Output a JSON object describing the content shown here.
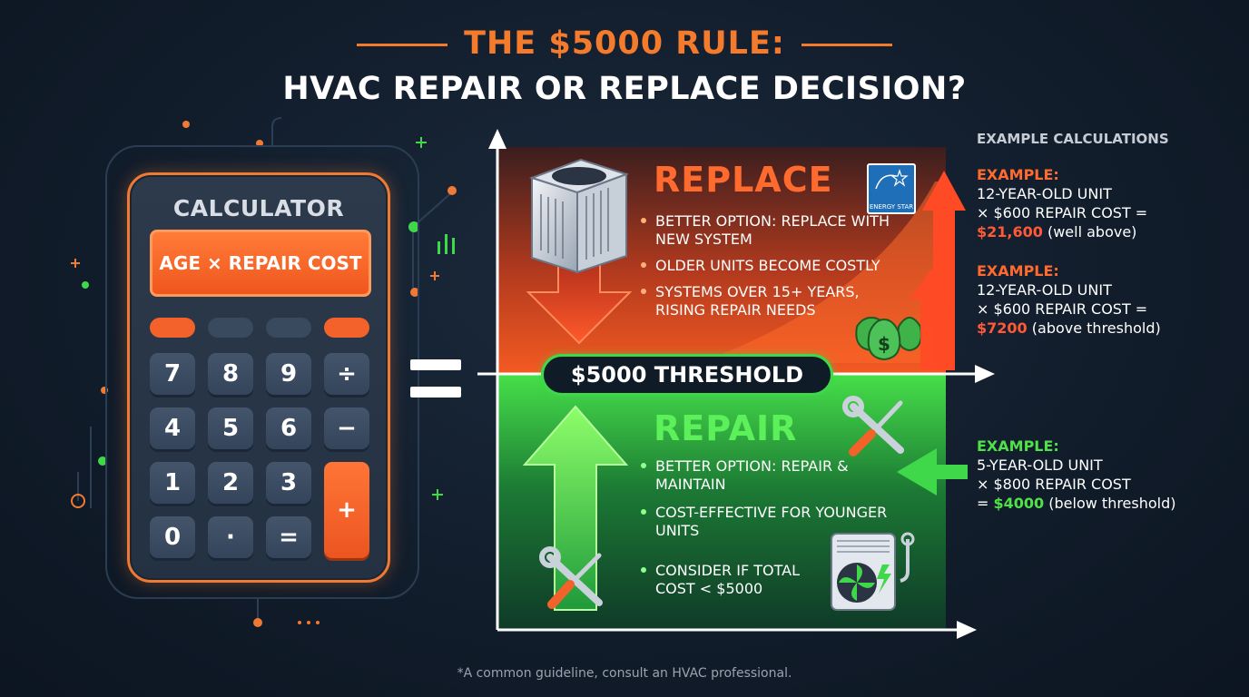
{
  "title": {
    "line1": "THE $5000 RULE:",
    "line2": "HVAC REPAIR OR REPLACE DECISION?"
  },
  "calculator": {
    "label": "CALCULATOR",
    "display": "AGE × REPAIR COST",
    "keys": {
      "k7": "7",
      "k8": "8",
      "k9": "9",
      "div": "÷",
      "k4": "4",
      "k5": "5",
      "k6": "6",
      "minus": "−",
      "k1": "1",
      "k2": "2",
      "k3": "3",
      "plus": "+",
      "k0": "0",
      "dot": "·",
      "eq": "="
    }
  },
  "chart": {
    "replace": {
      "title": "REPLACE",
      "bullets": [
        "BETTER OPTION: REPLACE WITH NEW SYSTEM",
        "OLDER UNITS BECOME COSTLY",
        "SYSTEMS OVER 15+ YEARS, RISING REPAIR NEEDS"
      ],
      "badge": "ENERGY STAR"
    },
    "threshold": "$5000 THRESHOLD",
    "repair": {
      "title": "REPAIR",
      "bullets": [
        "BETTER OPTION: REPAIR & MAINTAIN",
        "COST-EFFECTIVE FOR YOUNGER UNITS",
        "CONSIDER IF TOTAL COST < $5000"
      ]
    }
  },
  "examples": {
    "heading": "EXAMPLE CALCULATIONS",
    "items": [
      {
        "label": "EXAMPLE:",
        "line1": "12-YEAR-OLD UNIT",
        "line2": "× $600 REPAIR COST =",
        "result": "$21,600",
        "note": "(well above)"
      },
      {
        "label": "EXAMPLE:",
        "line1": "12-YEAR-OLD UNIT",
        "line2": "× $600 REPAIR COST =",
        "result": "$7200",
        "note": "(above threshold)"
      },
      {
        "label": "EXAMPLE:",
        "line1": "5-YEAR-OLD UNIT",
        "line2": "× $800 REPAIR COST",
        "prefix": "=",
        "result": "$4000",
        "note": "(below threshold)"
      }
    ]
  },
  "footnote": "*A common guideline, consult an HVAC professional.",
  "colors": {
    "orange": "#f47a2c",
    "red_result": "#ff5a36",
    "green": "#3fd84a",
    "background": "#111c2a"
  }
}
